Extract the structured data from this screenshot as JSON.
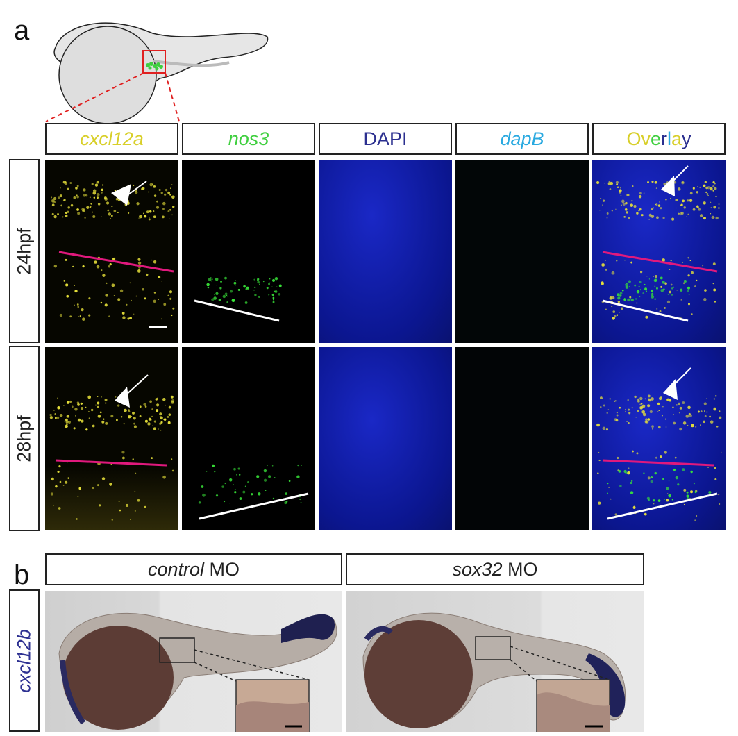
{
  "panel_a": {
    "letter": "a",
    "columns": [
      {
        "text": "cxcl12a",
        "italic": true,
        "color": "#d8cf2a"
      },
      {
        "text": "nos3",
        "italic": true,
        "color": "#3fcf3f"
      },
      {
        "text": "DAPI",
        "italic": false,
        "color": "#2b2f8f"
      },
      {
        "text": "dapB",
        "italic": true,
        "color": "#29a9e0"
      },
      {
        "text": "Overlay",
        "italic": false,
        "color": "multi"
      }
    ],
    "overlay_letters": [
      {
        "ch": "O",
        "color": "#d8cf2a"
      },
      {
        "ch": "v",
        "color": "#d8cf2a"
      },
      {
        "ch": "e",
        "color": "#3fcf3f"
      },
      {
        "ch": "r",
        "color": "#2b2f8f"
      },
      {
        "ch": "l",
        "color": "#29a9e0"
      },
      {
        "ch": "a",
        "color": "#d8cf2a"
      },
      {
        "ch": "y",
        "color": "#2b2f8f"
      }
    ],
    "rows": [
      "24hpf",
      "28hpf"
    ]
  },
  "panel_b": {
    "letter": "b",
    "conditions": [
      {
        "italic": "control",
        "rest": " MO"
      },
      {
        "italic": "sox32",
        "rest": " MO"
      }
    ],
    "row_label": "cxcl12b",
    "row_label_color": "#2e3192"
  },
  "colors": {
    "yellow": "#e8e23a",
    "green": "#39e639",
    "dapi_blue": "#1522b0",
    "magenta": "#e0197d",
    "red_box": "#e02020"
  }
}
